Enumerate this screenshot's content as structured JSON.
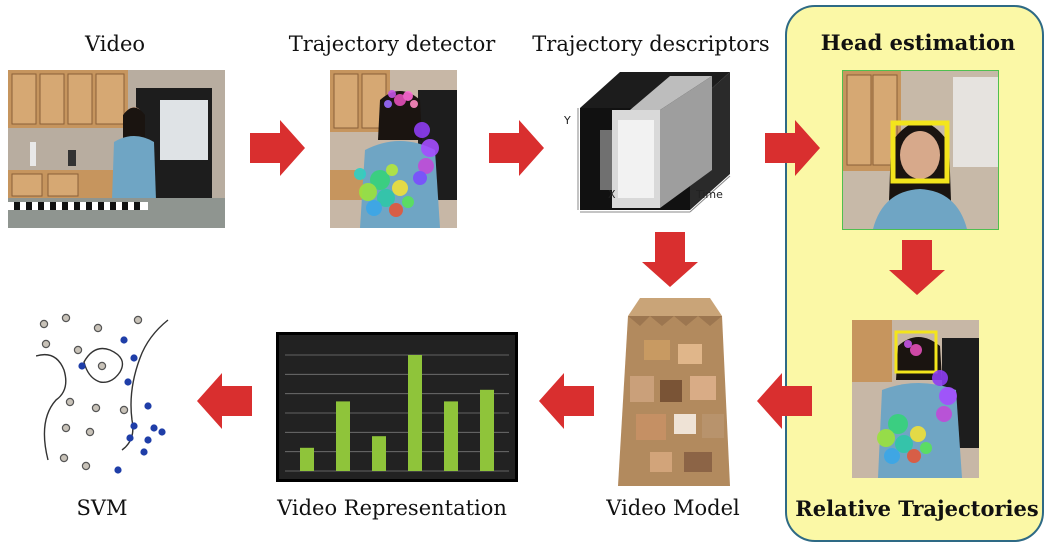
{
  "colors": {
    "panel_fill": "#fbf8a6",
    "panel_border": "#2e6a85",
    "arrow_red": "#d92f2f",
    "face_box": "#f3e51c",
    "bar_green": "#8fc43a",
    "svm_dot_blue": "#1f3ea8",
    "svm_dot_gray": "#c8c2b8"
  },
  "steps": {
    "video": "Video",
    "trajectory_detector": "Trajectory detector",
    "trajectory_descriptors": "Trajectory descriptors",
    "head_estimation": "Head estimation",
    "relative_trajectories": "Relative Trajectories",
    "video_model": "Video Model",
    "video_representation": "Video Representation",
    "svm": "SVM"
  },
  "descriptor_axes": {
    "y": "Y",
    "x": "X",
    "time": "Time"
  },
  "histogram": {
    "values": [
      2,
      6,
      3,
      10,
      6,
      7
    ],
    "max": 10
  }
}
